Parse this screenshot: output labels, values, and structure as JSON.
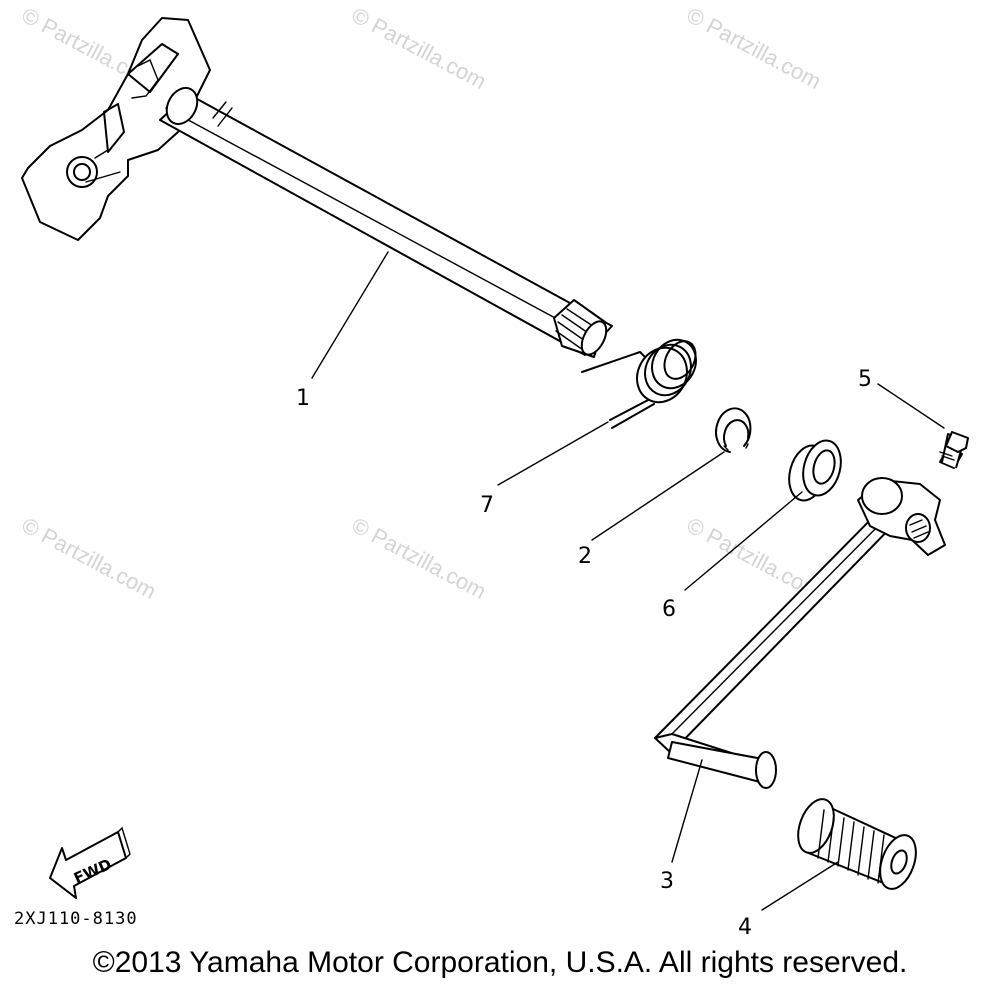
{
  "watermarks": [
    "© Partzilla.com",
    "© Partzilla.com",
    "© Partzilla.com",
    "© Partzilla.com",
    "© Partzilla.com",
    "© Partzilla.com"
  ],
  "callouts": {
    "p1": "1",
    "p2": "2",
    "p3": "3",
    "p4": "4",
    "p5": "5",
    "p6": "6",
    "p7": "7"
  },
  "fwd_label": "FWD",
  "diagram_code": "2XJ110-8130",
  "copyright": "©2013 Yamaha Motor Corporation, U.S.A. All rights reserved."
}
